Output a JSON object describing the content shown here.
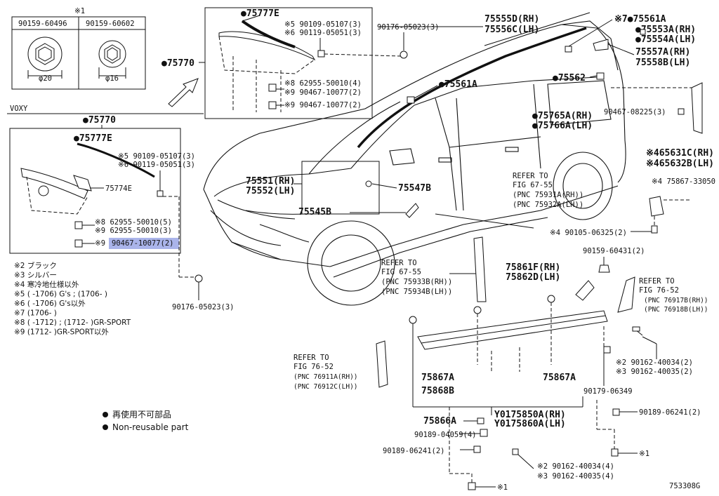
{
  "legend_table": {
    "header_note": "※1",
    "col1_part": "90159-60496",
    "col2_part": "90159-60602",
    "col1_dim": "φ20",
    "col2_dim": "φ16"
  },
  "voxy_label": "VOXY",
  "labels": {
    "p75770_top": "●75770",
    "p75777e_top": "●75777E",
    "p90109_top": "※5 90109-05107(3)",
    "p90119_top": "※6 90119-05051(3)",
    "p62955_top": "※8 62955-50010(4)",
    "p90467_top_a": "※9 90467-10077(2)",
    "p90467_top_b": "※9 90467-10077(2)",
    "p90176_top": "90176-05023(3)",
    "p75555d": "75555D(RH)",
    "p75556c": "75556C(LH)",
    "p75561a_top": "※7●75561A",
    "p75553a": "●75553A(RH)",
    "p75554a": "●75554A(LH)",
    "p75557a": "75557A(RH)",
    "p75558b": "75558B(LH)",
    "p75562": "●75562",
    "p75561a_mid": "●75561A",
    "p75765a": "●75765A(RH)",
    "p75766a": "●75766A(LH)",
    "p90467_08225": "90467-08225(3)",
    "p65631c": "※465631C(RH)",
    "p65632b": "※465632B(LH)",
    "p75867_33050": "※4 75867-33050",
    "p90105": "※4 90105-06325(2)",
    "voxy_75770": "●75770",
    "voxy_75777e": "●75777E",
    "voxy_90109": "※5 90109-05107(3)",
    "voxy_90119": "※6 90119-05051(3)",
    "voxy_75774e": "75774E",
    "voxy_62955_a": "※8 62955-50010(5)",
    "voxy_62955_b": "※9 62955-50010(3)",
    "voxy_90467_prefix": "※9",
    "voxy_90467": "90467-10077(2)",
    "p90176_voxy": "90176-05023(3)",
    "p75551": "75551(RH)",
    "p75552": "75552(LH)",
    "p75547b": "75547B",
    "p75545b": "75545B",
    "refer_1_title": "REFER TO",
    "refer_1_fig": "FIG 67-55",
    "refer_1_pnc1": "(PNC 75931A(RH))",
    "refer_1_pnc2": "(PNC 75932A(LH))",
    "refer_2_title": "REFER TO",
    "refer_2_fig": "FIG 67-55",
    "refer_2_pnc1": "(PNC 75933B(RH))",
    "refer_2_pnc2": "(PNC 75934B(LH))",
    "p90159_60431": "90159-60431(2)",
    "p75861f": "75861F(RH)",
    "p75862d": "75862D(LH)",
    "refer_3_title": "REFER TO",
    "refer_3_fig": "FIG 76-52",
    "refer_3_pnc1": "(PNC 76917B(RH))",
    "refer_3_pnc2": "(PNC 76918B(LH))",
    "refer_4_title": "REFER TO",
    "refer_4_fig": "FIG 76-52",
    "refer_4_pnc1": "(PNC 76911A(RH))",
    "refer_4_pnc2": "(PNC 76912C(LH))",
    "p90162_a1": "※2 90162-40034(2)",
    "p90162_a2": "※3 90162-40035(2)",
    "p75867a_left": "75867A",
    "p75868b": "75868B",
    "p75867a_right": "75867A",
    "p90179": "90179-06349",
    "p75850a": "Y0175850A(RH)",
    "p75860a": "Y0175860A(LH)",
    "p90189_06241_r": "90189-06241(2)",
    "p75866a": "75866A",
    "p90189_04059": "90189-04059(4)",
    "p90189_06241_l": "90189-06241(2)",
    "p90162_b1": "※2 90162-40034(4)",
    "p90162_b2": "※3 90162-40035(4)",
    "mark_x1_right": "※1",
    "mark_x1_bottom": "※1",
    "diagram_id": "753308G"
  },
  "notes": [
    "※2 ブラック",
    "※3 シルバー",
    "※4 寒冷地仕様以外",
    "※5 (    -1706) G's ; (1706-      )",
    "※6 (    -1706) G's以外",
    "※7 (1706-      )",
    "※8 (    -1712) ; (1712-      )GR-SPORT",
    "※9 (1712-      )GR-SPORT以外"
  ],
  "legend": {
    "jp": "再使用不可部品",
    "en": "Non-reusable part"
  },
  "colors": {
    "highlight": "#aab4ea",
    "line": "#111111"
  }
}
